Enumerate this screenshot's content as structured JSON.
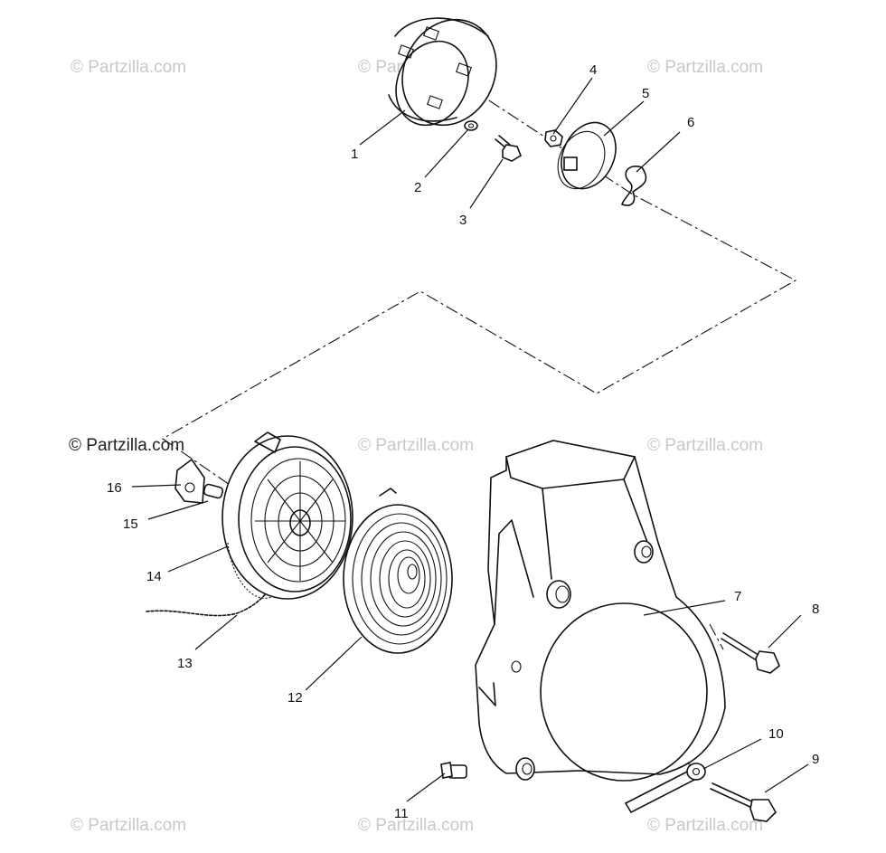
{
  "watermarks": [
    "© Partzilla.com",
    "© Partzilla.com",
    "© Partzilla.com",
    "© Partzilla.com",
    "© Partzilla.com",
    "© Partzilla.com",
    "© Partzilla.com",
    "© Partzilla.com",
    "© Partzilla.com"
  ],
  "callouts": [
    "1",
    "2",
    "3",
    "4",
    "5",
    "6",
    "7",
    "8",
    "9",
    "10",
    "11",
    "12",
    "13",
    "14",
    "15",
    "16"
  ],
  "colors": {
    "ink": "#111111",
    "watermark": "#c8c8c8",
    "background": "#ffffff"
  }
}
